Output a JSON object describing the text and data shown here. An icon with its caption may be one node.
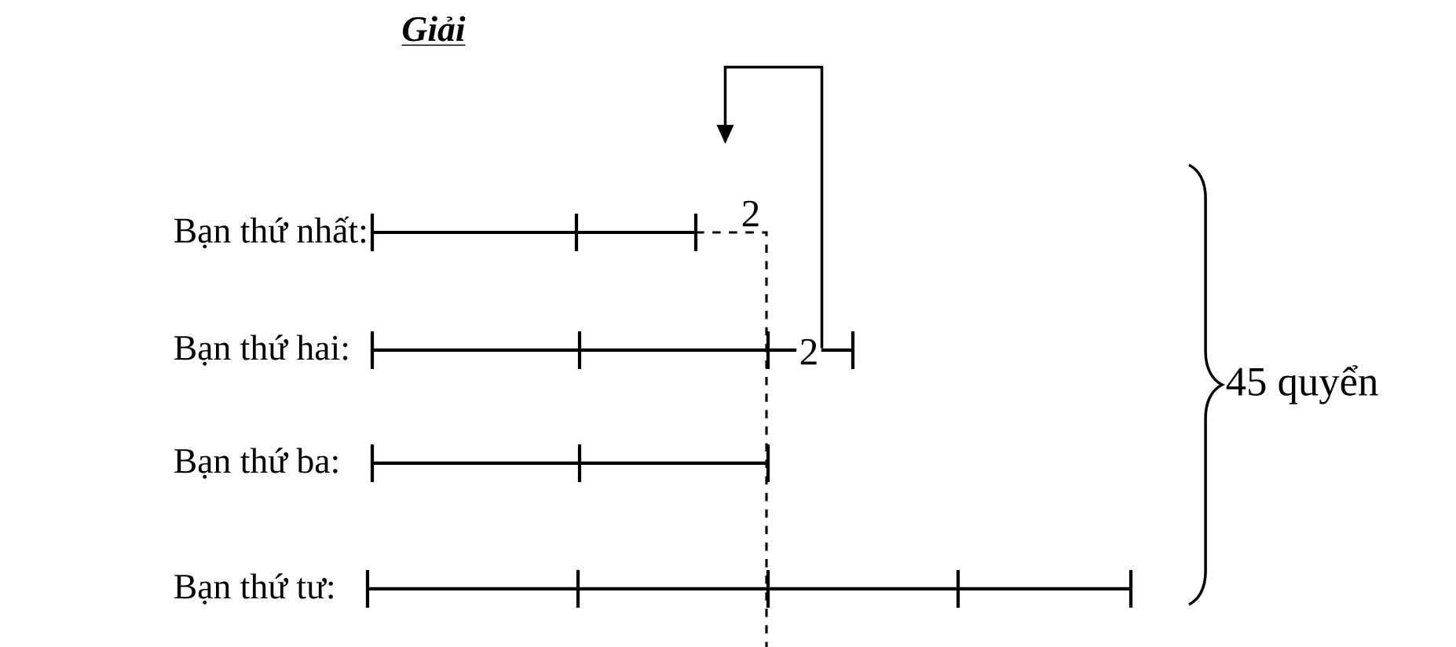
{
  "diagram": {
    "title": "Giải",
    "nodes": [
      {
        "text": [
          "2"
        ]
      },
      {
        "text": [
          "2"
        ]
      }
    ],
    "edges": [
      {
        "from": 1,
        "to": 0,
        "arrow": "to"
      }
    ],
    "labels": [
      "Bạn thứ nhất:",
      "Bạn thứ hai:",
      "Bạn thứ ba:",
      "Bạn thứ tư:",
      "45 quyển"
    ]
  }
}
